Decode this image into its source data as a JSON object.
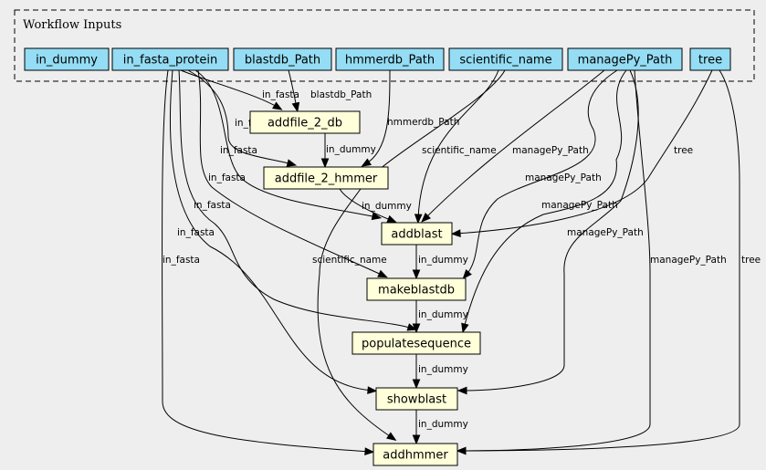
{
  "cluster": {
    "label": "Workflow Inputs"
  },
  "colors": {
    "input_fill": "#94ddf4",
    "step_fill": "#ffffda",
    "stroke": "#000000",
    "background": "#eeeeee"
  },
  "inputs": [
    "in_dummy",
    "in_fasta_protein",
    "blastdb_Path",
    "hmmerdb_Path",
    "scientific_name",
    "managePy_Path",
    "tree"
  ],
  "steps": [
    "addfile_2_db",
    "addfile_2_hmmer",
    "addblast",
    "makeblastdb",
    "populatesequence",
    "showblast",
    "addhmmer"
  ],
  "edges": [
    {
      "from": "in_fasta_protein",
      "to": "addfile_2_db",
      "label": "in_fasta"
    },
    {
      "from": "blastdb_Path",
      "to": "addfile_2_db",
      "label": "blastdb_Path"
    },
    {
      "from": "in_fasta_protein",
      "to": "addfile_2_hmmer",
      "label": "in_fasta"
    },
    {
      "from": "hmmerdb_Path",
      "to": "addfile_2_hmmer",
      "label": "hmmerdb_Path"
    },
    {
      "from": "addfile_2_db",
      "to": "addfile_2_hmmer",
      "label": "in_dummy"
    },
    {
      "from": "in_fasta_protein",
      "to": "addblast",
      "label": "in_fasta"
    },
    {
      "from": "scientific_name",
      "to": "addblast",
      "label": "scientific_name"
    },
    {
      "from": "managePy_Path",
      "to": "addblast",
      "label": "managePy_Path"
    },
    {
      "from": "tree",
      "to": "addblast",
      "label": "tree"
    },
    {
      "from": "addfile_2_hmmer",
      "to": "addblast",
      "label": "in_dummy"
    },
    {
      "from": "in_fasta_protein",
      "to": "makeblastdb",
      "label": "in_fasta"
    },
    {
      "from": "managePy_Path",
      "to": "makeblastdb",
      "label": "managePy_Path"
    },
    {
      "from": "addblast",
      "to": "makeblastdb",
      "label": "in_dummy"
    },
    {
      "from": "in_fasta_protein",
      "to": "populatesequence",
      "label": "in_fasta"
    },
    {
      "from": "managePy_Path",
      "to": "populatesequence",
      "label": "managePy_Path"
    },
    {
      "from": "makeblastdb",
      "to": "populatesequence",
      "label": "in_dummy"
    },
    {
      "from": "in_fasta_protein",
      "to": "showblast",
      "label": "in_fasta"
    },
    {
      "from": "managePy_Path",
      "to": "showblast",
      "label": "managePy_Path"
    },
    {
      "from": "populatesequence",
      "to": "showblast",
      "label": "in_dummy"
    },
    {
      "from": "in_fasta_protein",
      "to": "addhmmer",
      "label": "in_fasta"
    },
    {
      "from": "scientific_name",
      "to": "addhmmer",
      "label": "scientific_name"
    },
    {
      "from": "managePy_Path",
      "to": "addhmmer",
      "label": "managePy_Path"
    },
    {
      "from": "tree",
      "to": "addhmmer",
      "label": "tree"
    },
    {
      "from": "showblast",
      "to": "addhmmer",
      "label": "in_dummy"
    }
  ]
}
